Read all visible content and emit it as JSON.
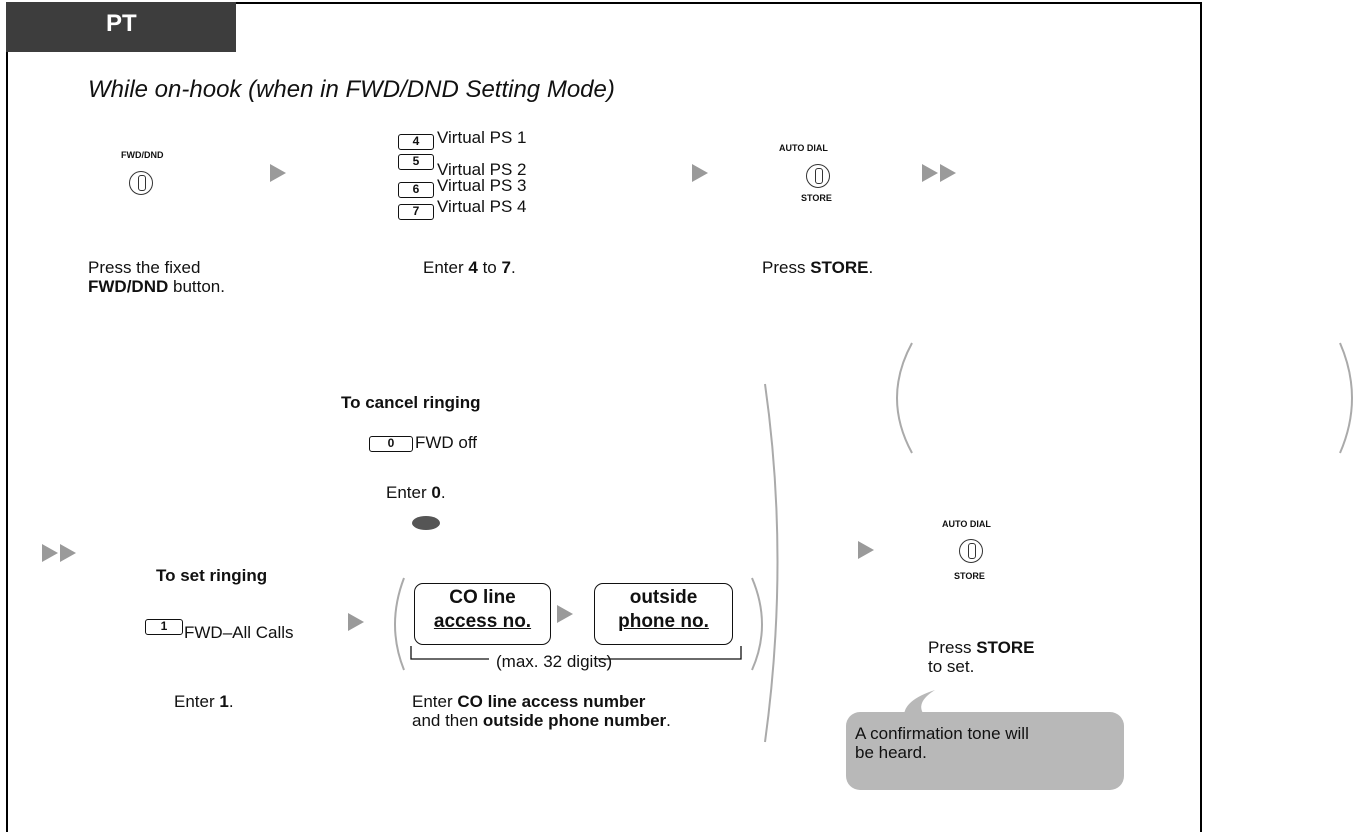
{
  "header": {
    "tab": "PT",
    "subtitle": "While on-hook (when in FWD/DND Setting Mode)"
  },
  "step1": {
    "button_label": "FWD/DND",
    "desc_line1": "Press the fixed",
    "desc_bold": "FWD/DND",
    "desc_rest": "button."
  },
  "step2": {
    "keys": [
      {
        "key": "4",
        "label": "Virtual PS 1"
      },
      {
        "key": "5",
        "label": "Virtual PS 2"
      },
      {
        "key": "6",
        "label": "Virtual PS 3"
      },
      {
        "key": "7",
        "label": "Virtual PS 4"
      }
    ],
    "desc_prefix": "Enter",
    "desc_from": "4",
    "desc_mid": "to",
    "desc_to": "7",
    "desc_end": "."
  },
  "step3": {
    "top_label": "AUTO DIAL",
    "bottom_label": "STORE",
    "desc_prefix": "Press",
    "desc_bold": "STORE",
    "desc_end": "."
  },
  "cancel": {
    "heading": "To cancel ringing",
    "key": "0",
    "key_label": "FWD off",
    "desc_prefix": "Enter",
    "desc_bold": "0",
    "desc_end": "."
  },
  "set": {
    "heading": "To set ringing",
    "key": "1",
    "key_label": "FWD–All Calls",
    "desc_prefix": "Enter",
    "desc_bold": "1",
    "desc_end": ".",
    "box1_line1": "CO line",
    "box1_line2": "access no.",
    "box2_line1": "outside",
    "box2_line2": "phone no.",
    "max_note": "(max. 32 digits)",
    "desc2_line1_prefix": "Enter",
    "desc2_line1_bold": "CO line access number",
    "desc2_line2_prefix": "and then",
    "desc2_line2_bold": "outside phone number",
    "desc2_end": "."
  },
  "final": {
    "top_label": "AUTO DIAL",
    "bottom_label": "STORE",
    "desc_prefix": "Press",
    "desc_bold": "STORE",
    "desc_line2": "to set.",
    "callout_line1": "A confirmation tone will",
    "callout_line2": "be heard."
  },
  "colors": {
    "tab_bg": "#3d3d3d",
    "arrow": "#9a9a9a",
    "callout_bg": "#b8b8b8",
    "bracket": "#aaaaaa"
  }
}
